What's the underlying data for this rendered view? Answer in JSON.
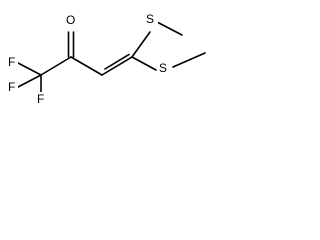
{
  "molecule": {
    "atoms": {
      "f1": "F",
      "f2": "F",
      "f3": "F",
      "o1": "O",
      "s1": "S",
      "s2": "S"
    }
  }
}
